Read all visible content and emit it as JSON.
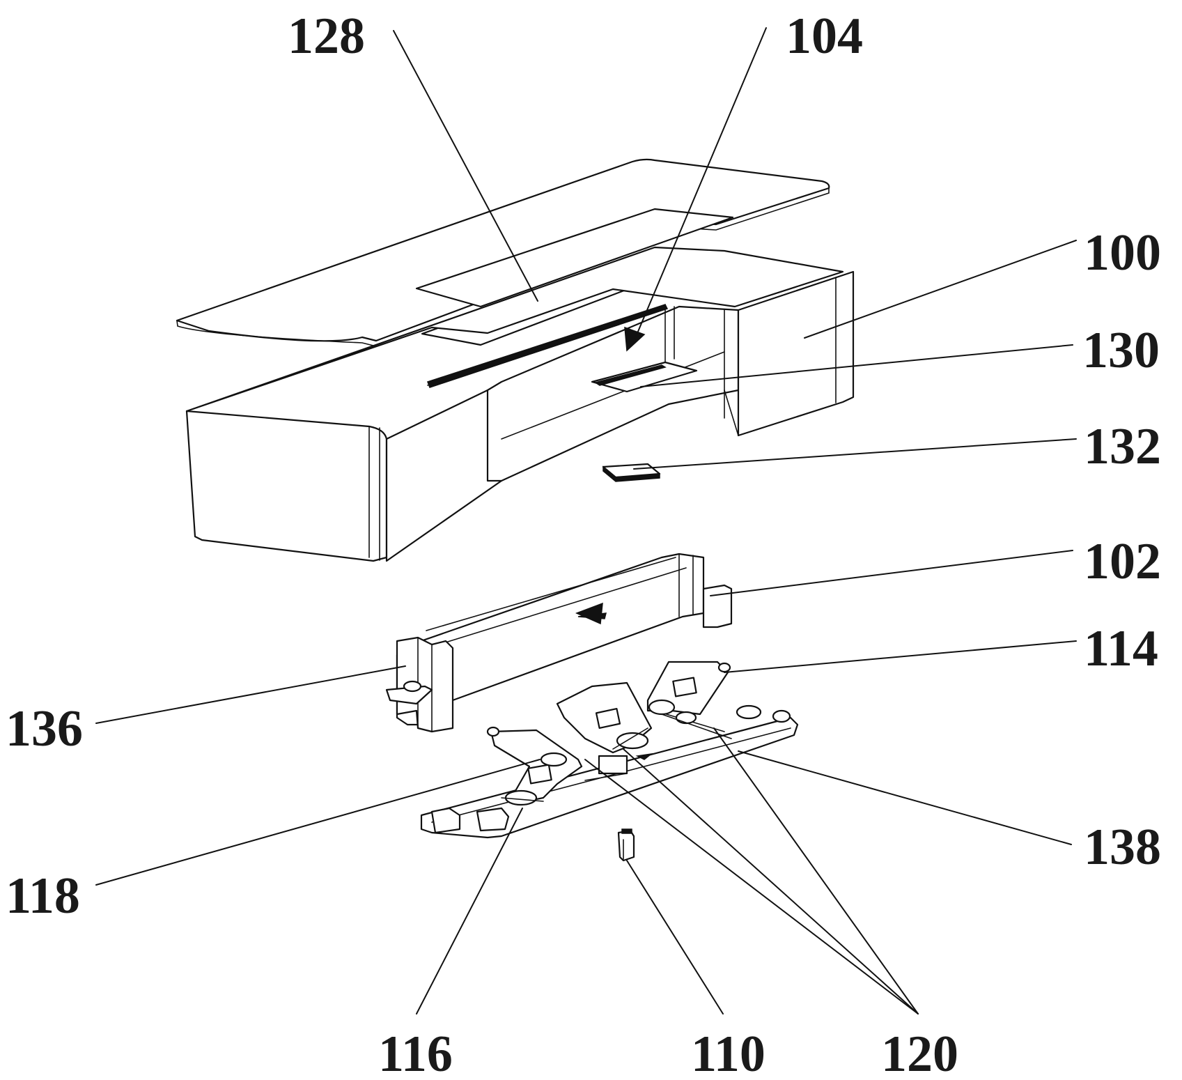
{
  "figure": {
    "labels": {
      "l128": "128",
      "l104": "104",
      "l100": "100",
      "l130": "130",
      "l132": "132",
      "l102": "102",
      "l114": "114",
      "l136": "136",
      "l138": "138",
      "l118": "118",
      "l116": "116",
      "l110": "110",
      "l120": "120"
    }
  }
}
